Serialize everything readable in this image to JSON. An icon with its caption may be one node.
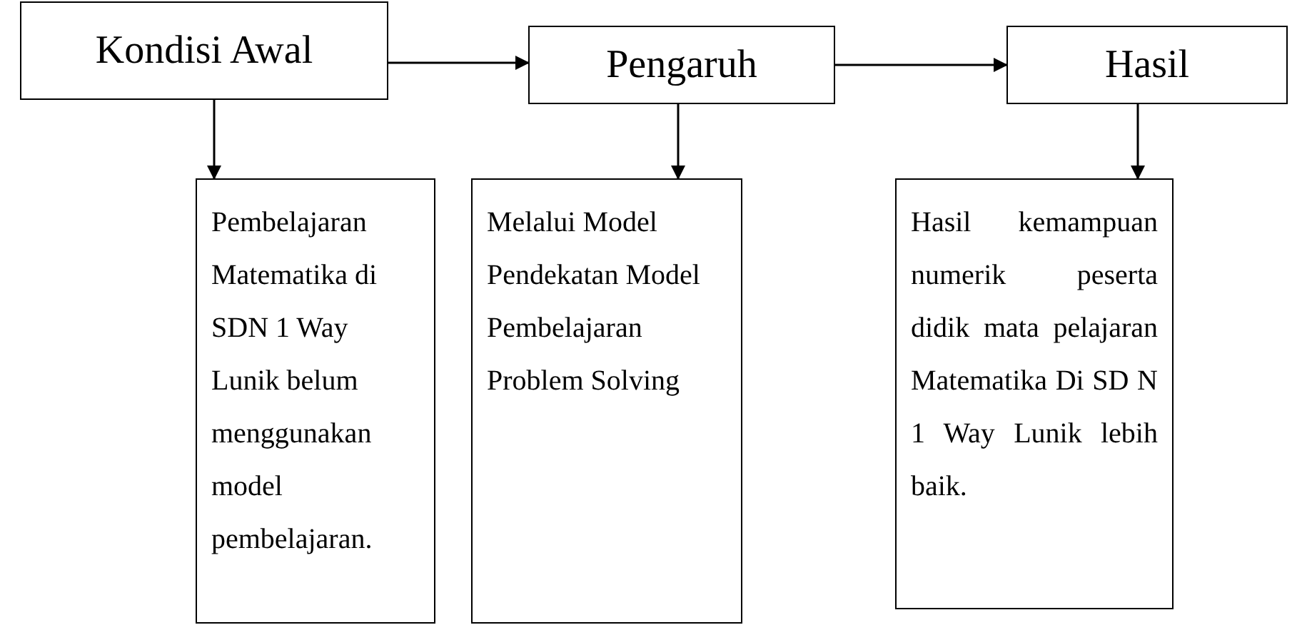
{
  "diagram": {
    "nodes": [
      {
        "text": [
          "Kondisi Awal"
        ]
      },
      {
        "text": [
          "Pengaruh"
        ]
      },
      {
        "text": [
          "Hasil"
        ]
      },
      {
        "text": [
          "Pembelajaran Matematika di SDN 1 Way Lunik belum menggunakan model pembelajaran."
        ]
      },
      {
        "text": [
          "Melalui Model Pendekatan Model Pembelajaran Problem Solving"
        ]
      },
      {
        "text": [
          "Hasil kemampuan numerik peserta didik mata pelajaran Matematika Di SD N 1 Way Lunik lebih baik."
        ]
      }
    ],
    "edges": [
      {
        "from": 0,
        "to": 1,
        "arrow": "to"
      },
      {
        "from": 1,
        "to": 2,
        "arrow": "to"
      },
      {
        "from": 0,
        "to": 3,
        "arrow": "to"
      },
      {
        "from": 1,
        "to": 4,
        "arrow": "to"
      },
      {
        "from": 2,
        "to": 5,
        "arrow": "to"
      }
    ]
  }
}
